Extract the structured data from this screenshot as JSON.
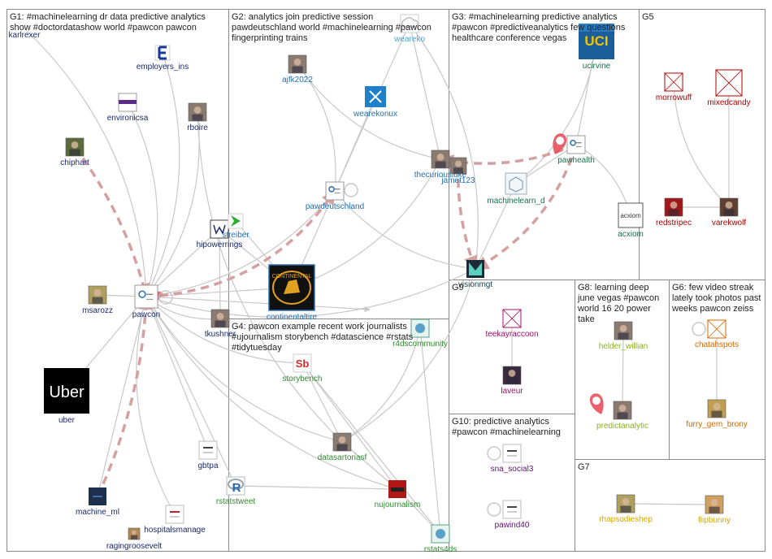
{
  "groups": [
    {
      "id": "G1",
      "lines": [
        "G1: #machinelearning dr data predictive analytics",
        "show #doctordatashow world #pawcon pawcon"
      ]
    },
    {
      "id": "G2",
      "lines": [
        "G2: analytics join predictive session",
        "pawdeutschland world #machinelearning #pawcon",
        "fingerprinting trains"
      ]
    },
    {
      "id": "G3",
      "lines": [
        "G3: #machinelearning predictive analytics",
        "#pawcon #predictiveanalytics few questions",
        "healthcare conference vegas"
      ]
    },
    {
      "id": "G4",
      "lines": [
        "G4: pawcon example recent work journalists",
        "#ujournalism storybench #datascience #rstats",
        "#tidytuesday"
      ]
    },
    {
      "id": "G5",
      "lines": [
        "G5"
      ]
    },
    {
      "id": "G6",
      "lines": [
        "G6: few video streak",
        "lately took photos past",
        "weeks pawcon zeiss"
      ]
    },
    {
      "id": "G7",
      "lines": [
        "G7"
      ]
    },
    {
      "id": "G8",
      "lines": [
        "G8: learning deep",
        "june vegas #pawcon",
        "world 16 20 power",
        "take"
      ]
    },
    {
      "id": "G9",
      "lines": [
        "G9"
      ]
    },
    {
      "id": "G10",
      "lines": [
        "G10: predictive analytics",
        "#pawcon #machinelearning"
      ]
    }
  ],
  "nodes": [
    {
      "id": "karlrexer",
      "label": "karlrexer",
      "color": "#1b2a6b",
      "icon": "blank"
    },
    {
      "id": "employers_ins",
      "label": "employers_ins",
      "color": "#1b2a6b",
      "icon": "employers-logo-icon"
    },
    {
      "id": "environicsa",
      "label": "environicsa",
      "color": "#1b2a6b",
      "icon": "environics-logo-icon"
    },
    {
      "id": "rboire",
      "label": "rboire",
      "color": "#1b2a6b",
      "icon": "person-photo-icon"
    },
    {
      "id": "chiphart",
      "label": "chiphart",
      "color": "#1b2a6b",
      "icon": "eye-photo-icon"
    },
    {
      "id": "hipowerrings",
      "label": "hipowerrings",
      "color": "#1b2a6b",
      "icon": "w-logo-icon"
    },
    {
      "id": "msarozz",
      "label": "msarozz",
      "color": "#1b2a6b",
      "icon": "cartoon-avatar-icon"
    },
    {
      "id": "pawcon",
      "label": "pawcon",
      "color": "#1b2a6b",
      "icon": "pawcon-logo-icon"
    },
    {
      "id": "tkushner",
      "label": "tkushner",
      "color": "#1b2a6b",
      "icon": "person-photo-icon"
    },
    {
      "id": "uber",
      "label": "uber",
      "color": "#1b2a6b",
      "icon": "uber-logo-icon",
      "logo_text": "Uber"
    },
    {
      "id": "gbtpa",
      "label": "gbtpa",
      "color": "#1b2a6b",
      "icon": "gallagher-logo-icon"
    },
    {
      "id": "machine_ml",
      "label": "machine_ml",
      "color": "#1b2a6b",
      "icon": "ml-logo-icon"
    },
    {
      "id": "hospitalsmanage",
      "label": "hospitalsmanage",
      "color": "#1b2a6b",
      "icon": "hospitals-logo-icon"
    },
    {
      "id": "ragingroosevelt",
      "label": "ragingroosevelt",
      "color": "#1b2a6b",
      "icon": "landscape-photo-icon"
    },
    {
      "id": "weareko",
      "label": "weareko",
      "color": "#4aa3d8",
      "icon": "cloud-icon"
    },
    {
      "id": "ajfk2022",
      "label": "ajfk2022",
      "color": "#1f6fb0",
      "icon": "person-photo-icon"
    },
    {
      "id": "wearekonux",
      "label": "wearekonux",
      "color": "#1f6fb0",
      "icon": "konux-logo-icon"
    },
    {
      "id": "pawdeutschland",
      "label": "pawdeutschland",
      "color": "#1f6fb0",
      "icon": "paw-logo-icon"
    },
    {
      "id": "streiber",
      "label": "streiber",
      "color": "#1f6fb0",
      "icon": "green-arrow-icon"
    },
    {
      "id": "continentaltire",
      "label": "continentaltire",
      "color": "#1f6fb0",
      "icon": "continental-logo-icon",
      "logo_text": "CONTINENTAL"
    },
    {
      "id": "thecuriousluke",
      "label": "thecuriousluke",
      "color": "#1f6fb0",
      "icon": "person-photo-icon"
    },
    {
      "id": "jamet123",
      "label": "jamet123",
      "color": "#1f6fb0",
      "icon": "person-photo-icon"
    },
    {
      "id": "ucirvine",
      "label": "ucirvine",
      "color": "#1a6e4a",
      "icon": "uci-logo-icon",
      "logo_text": "UCI"
    },
    {
      "id": "pawhealth",
      "label": "pawhealth",
      "color": "#1a6e4a",
      "icon": "pawhealth-logo-icon"
    },
    {
      "id": "machinelearn_d",
      "label": "machinelearn_d",
      "color": "#1a6e4a",
      "icon": "cube-logo-icon"
    },
    {
      "id": "acxiom",
      "label": "acxiom",
      "color": "#1a6e4a",
      "icon": "acxiom-logo-icon",
      "logo_text": "acxiom"
    },
    {
      "id": "storybench",
      "label": "storybench",
      "color": "#2e8b2e",
      "icon": "storybench-logo-icon",
      "logo_text": "Sb"
    },
    {
      "id": "r4dscommunity",
      "label": "r4dscommunity",
      "color": "#2e8b2e",
      "icon": "r4ds-logo-icon"
    },
    {
      "id": "datasartoriasf",
      "label": "datasartoriasf",
      "color": "#2e8b2e",
      "icon": "person-photo-icon"
    },
    {
      "id": "rstatstweet",
      "label": "rstatstweet",
      "color": "#2e8b2e",
      "icon": "r-logo-icon",
      "logo_text": "R"
    },
    {
      "id": "nujournalism",
      "label": "nujournalism",
      "color": "#2e8b2e",
      "icon": "nu-logo-icon"
    },
    {
      "id": "rstats4ds",
      "label": "rstats4ds",
      "color": "#2e8b2e",
      "icon": "r4ds-logo-icon"
    },
    {
      "id": "morrowuff",
      "label": "morrowuff",
      "color": "#b00000",
      "icon": "placeholder-icon"
    },
    {
      "id": "mixedcandy",
      "label": "mixedcandy",
      "color": "#b00000",
      "icon": "placeholder-icon"
    },
    {
      "id": "redstripec",
      "label": "redstripec",
      "color": "#b00000",
      "icon": "red-avatar-icon"
    },
    {
      "id": "varekwolf",
      "label": "varekwolf",
      "color": "#b00000",
      "icon": "wolf-avatar-icon"
    },
    {
      "id": "visionmgt",
      "label": "visionmgt",
      "color": "#1b4050",
      "icon": "visionmgt-logo-icon"
    },
    {
      "id": "teekayraccoon",
      "label": "teekayraccoon",
      "color": "#a0106a",
      "icon": "placeholder-icon"
    },
    {
      "id": "laveur",
      "label": "laveur",
      "color": "#a0106a",
      "icon": "dark-photo-icon"
    },
    {
      "id": "helder_willian",
      "label": "helder_willian",
      "color": "#8ab020",
      "icon": "person-photo-icon"
    },
    {
      "id": "predictanalytic",
      "label": "predictanalytic",
      "color": "#8ab020",
      "icon": "person-photo-icon"
    },
    {
      "id": "chatahspots",
      "label": "chatahspots",
      "color": "#d66a00",
      "icon": "placeholder-icon"
    },
    {
      "id": "furry_gem_brony",
      "label": "furry_gem_brony",
      "color": "#d66a00",
      "icon": "pony-avatar-icon"
    },
    {
      "id": "sna_social3",
      "label": "sna_social3",
      "color": "#601070",
      "icon": "doc-logo-icon"
    },
    {
      "id": "pawind40",
      "label": "pawind40",
      "color": "#601070",
      "icon": "doc-logo-icon"
    },
    {
      "id": "rhapsodieshep",
      "label": "rhapsodieshep",
      "color": "#d4a800",
      "icon": "cartoon-avatar-icon"
    },
    {
      "id": "flipbunny",
      "label": "flipbunny",
      "color": "#d4a800",
      "icon": "bunny-avatar-icon"
    }
  ],
  "colors": {
    "edge": "#c8c8c8",
    "highlight_edge": "#d4a0a0",
    "marker": "#e8505b",
    "divider": "#8a8a8a"
  }
}
